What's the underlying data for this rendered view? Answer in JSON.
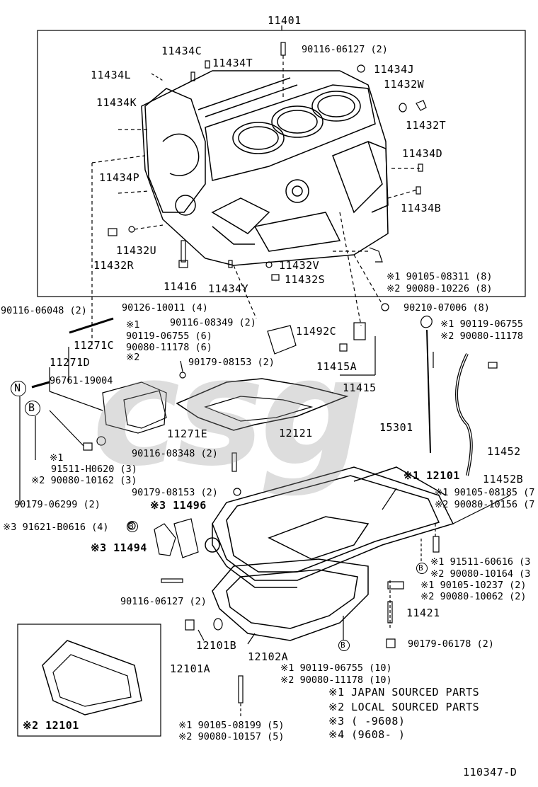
{
  "labels": {
    "l_11401": "11401",
    "l_11434C": "11434C",
    "l_11434T": "11434T",
    "l_90116_06127_top": "90116-06127 (2)",
    "l_11434L": "11434L",
    "l_11434J": "11434J",
    "l_11432W": "11432W",
    "l_11434K": "11434K",
    "l_11432T": "11432T",
    "l_11434D": "11434D",
    "l_11434P": "11434P",
    "l_11434B": "11434B",
    "l_11432U": "11432U",
    "l_11432R": "11432R",
    "l_11432V": "11432V",
    "l_11432S": "11432S",
    "l_11416": "11416",
    "l_11434Y": "11434Y",
    "l_1_90105_08311": "※1 90105-08311 (8)",
    "l_2_90080_10226": "※2 90080-10226 (8)",
    "l_90116_06048": "90116-06048 (2)",
    "l_90126_10011": "90126-10011 (4)",
    "l_90210_07006": "90210-07006 (8)",
    "l_n1_a": "※1",
    "l_90119_06755_6": "90119-06755 (6)",
    "l_90116_08349": "90116-08349 (2)",
    "l_11492C": "11492C",
    "l_1_90119_06755_r": "※1 90119-06755",
    "l_2_90080_11178_r": "※2 90080-11178",
    "l_11271C": "11271C",
    "l_90080_11178_6": "90080-11178 (6)",
    "l_n2_a": "※2",
    "l_11271D": "11271D",
    "l_90179_08153_2a": "90179-08153 (2)",
    "l_11415A": "11415A",
    "l_96761_19004": "96761-19004",
    "l_11415": "11415",
    "l_N": "N",
    "l_B1": "B",
    "l_11271E": "11271E",
    "l_12121": "12121",
    "l_15301": "15301",
    "l_n1_b": "※1",
    "l_90116_08348": "90116-08348 (2)",
    "l_11452": "11452",
    "l_91511_H0620": "91511-H0620 (3)",
    "l_2_90080_10162": "※2 90080-10162 (3)",
    "l_11452B": "11452B",
    "l_1_12101": "※1 12101",
    "l_90179_08153_2b": "90179-08153 (2)",
    "l_1_90105_08185": "※1 90105-08185 (7",
    "l_90179_06299": "90179-06299 (2)",
    "l_3_11496": "※3 11496",
    "l_2_90080_10156": "※2 90080-10156 (7",
    "l_3_91621_B0616": "※3 91621-B0616 (4)",
    "l_3_11494": "※3 11494",
    "l_1_91511_60616": "※1 91511-60616 (3",
    "l_2_90080_10164": "※2 90080-10164 (3",
    "l_1_90105_10237": "※1 90105-10237 (2)",
    "l_90116_06127_b": "90116-06127 (2)",
    "l_2_90080_10062": "※2 90080-10062 (2)",
    "l_11421": "11421",
    "l_12101B": "12101B",
    "l_12102A": "12102A",
    "l_90179_06178": "90179-06178 (2)",
    "l_12101A": "12101A",
    "l_1_90119_06755_10": "※1 90119-06755 (10)",
    "l_2_90080_11178_10": "※2 90080-11178 (10)",
    "l_2_12101": "※2 12101",
    "l_1_90105_08199": "※1 90105-08199 (5)",
    "l_2_90080_10157": "※2 90080-10157 (5)",
    "l_legend_1": "※1 JAPAN SOURCED PARTS",
    "l_legend_2": "※2 LOCAL SOURCED PARTS",
    "l_legend_3": "※3 (     -9608)",
    "l_legend_4": "※4 (9608-       )",
    "l_B2": "B",
    "l_B3": "B",
    "l_B4": "B",
    "l_drawing_no": "110347-D"
  },
  "watermark": "csg"
}
